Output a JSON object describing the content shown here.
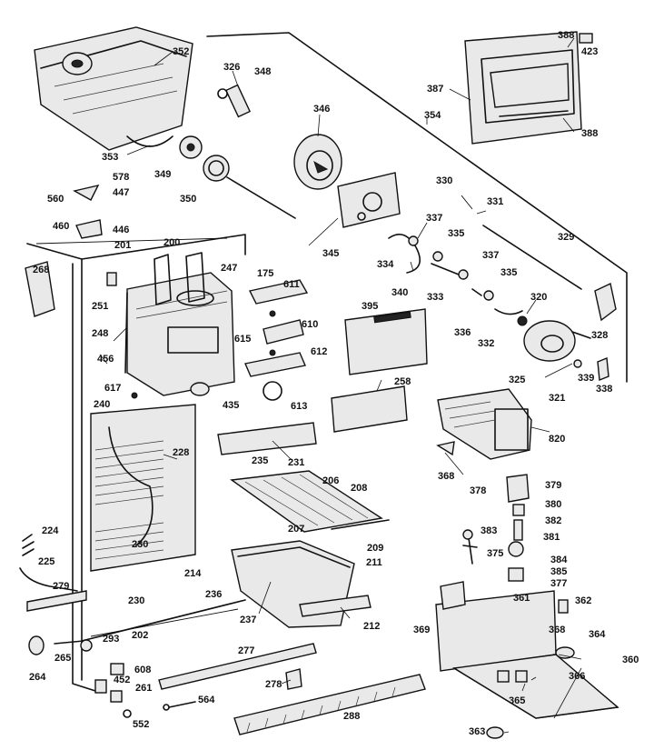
{
  "diagram": {
    "callouts": [
      {
        "id": "352",
        "label": "352"
      },
      {
        "id": "326",
        "label": "326"
      },
      {
        "id": "348",
        "label": "348"
      },
      {
        "id": "346",
        "label": "346"
      },
      {
        "id": "388a",
        "label": "388"
      },
      {
        "id": "423",
        "label": "423"
      },
      {
        "id": "387",
        "label": "387"
      },
      {
        "id": "354",
        "label": "354"
      },
      {
        "id": "388b",
        "label": "388"
      },
      {
        "id": "353",
        "label": "353"
      },
      {
        "id": "349",
        "label": "349"
      },
      {
        "id": "350",
        "label": "350"
      },
      {
        "id": "578",
        "label": "578"
      },
      {
        "id": "447",
        "label": "447"
      },
      {
        "id": "560",
        "label": "560"
      },
      {
        "id": "460",
        "label": "460"
      },
      {
        "id": "446",
        "label": "446"
      },
      {
        "id": "201",
        "label": "201"
      },
      {
        "id": "200",
        "label": "200"
      },
      {
        "id": "247",
        "label": "247"
      },
      {
        "id": "268",
        "label": "268"
      },
      {
        "id": "251",
        "label": "251"
      },
      {
        "id": "175",
        "label": "175"
      },
      {
        "id": "611",
        "label": "611"
      },
      {
        "id": "345",
        "label": "345"
      },
      {
        "id": "330",
        "label": "330"
      },
      {
        "id": "331",
        "label": "331"
      },
      {
        "id": "337a",
        "label": "337"
      },
      {
        "id": "335a",
        "label": "335"
      },
      {
        "id": "329",
        "label": "329"
      },
      {
        "id": "334",
        "label": "334"
      },
      {
        "id": "337b",
        "label": "337"
      },
      {
        "id": "340",
        "label": "340"
      },
      {
        "id": "333",
        "label": "333"
      },
      {
        "id": "335b",
        "label": "335"
      },
      {
        "id": "395",
        "label": "395"
      },
      {
        "id": "320",
        "label": "320"
      },
      {
        "id": "248",
        "label": "248"
      },
      {
        "id": "610",
        "label": "610"
      },
      {
        "id": "615",
        "label": "615"
      },
      {
        "id": "612",
        "label": "612"
      },
      {
        "id": "336",
        "label": "336"
      },
      {
        "id": "332",
        "label": "332"
      },
      {
        "id": "328",
        "label": "328"
      },
      {
        "id": "456",
        "label": "456"
      },
      {
        "id": "325",
        "label": "325"
      },
      {
        "id": "339",
        "label": "339"
      },
      {
        "id": "338",
        "label": "338"
      },
      {
        "id": "258",
        "label": "258"
      },
      {
        "id": "321",
        "label": "321"
      },
      {
        "id": "617",
        "label": "617"
      },
      {
        "id": "435",
        "label": "435"
      },
      {
        "id": "613",
        "label": "613"
      },
      {
        "id": "240",
        "label": "240"
      },
      {
        "id": "820",
        "label": "820"
      },
      {
        "id": "231",
        "label": "231"
      },
      {
        "id": "228",
        "label": "228"
      },
      {
        "id": "368a",
        "label": "368"
      },
      {
        "id": "235",
        "label": "235"
      },
      {
        "id": "206",
        "label": "206"
      },
      {
        "id": "208",
        "label": "208"
      },
      {
        "id": "378",
        "label": "378"
      },
      {
        "id": "379",
        "label": "379"
      },
      {
        "id": "380",
        "label": "380"
      },
      {
        "id": "382",
        "label": "382"
      },
      {
        "id": "224",
        "label": "224"
      },
      {
        "id": "207",
        "label": "207"
      },
      {
        "id": "383",
        "label": "383"
      },
      {
        "id": "381",
        "label": "381"
      },
      {
        "id": "230a",
        "label": "230"
      },
      {
        "id": "209",
        "label": "209"
      },
      {
        "id": "375",
        "label": "375"
      },
      {
        "id": "225",
        "label": "225"
      },
      {
        "id": "211",
        "label": "211"
      },
      {
        "id": "384",
        "label": "384"
      },
      {
        "id": "385",
        "label": "385"
      },
      {
        "id": "214",
        "label": "214"
      },
      {
        "id": "279",
        "label": "279"
      },
      {
        "id": "236",
        "label": "236"
      },
      {
        "id": "377",
        "label": "377"
      },
      {
        "id": "230b",
        "label": "230"
      },
      {
        "id": "361",
        "label": "361"
      },
      {
        "id": "362",
        "label": "362"
      },
      {
        "id": "237",
        "label": "237"
      },
      {
        "id": "212",
        "label": "212"
      },
      {
        "id": "369",
        "label": "369"
      },
      {
        "id": "202",
        "label": "202"
      },
      {
        "id": "293",
        "label": "293"
      },
      {
        "id": "368b",
        "label": "368"
      },
      {
        "id": "364",
        "label": "364"
      },
      {
        "id": "265",
        "label": "265"
      },
      {
        "id": "277",
        "label": "277"
      },
      {
        "id": "264",
        "label": "264"
      },
      {
        "id": "360",
        "label": "360"
      },
      {
        "id": "608",
        "label": "608"
      },
      {
        "id": "452",
        "label": "452"
      },
      {
        "id": "366",
        "label": "366"
      },
      {
        "id": "278",
        "label": "278"
      },
      {
        "id": "261",
        "label": "261"
      },
      {
        "id": "564",
        "label": "564"
      },
      {
        "id": "365",
        "label": "365"
      },
      {
        "id": "288",
        "label": "288"
      },
      {
        "id": "552",
        "label": "552"
      },
      {
        "id": "363",
        "label": "363"
      }
    ]
  }
}
